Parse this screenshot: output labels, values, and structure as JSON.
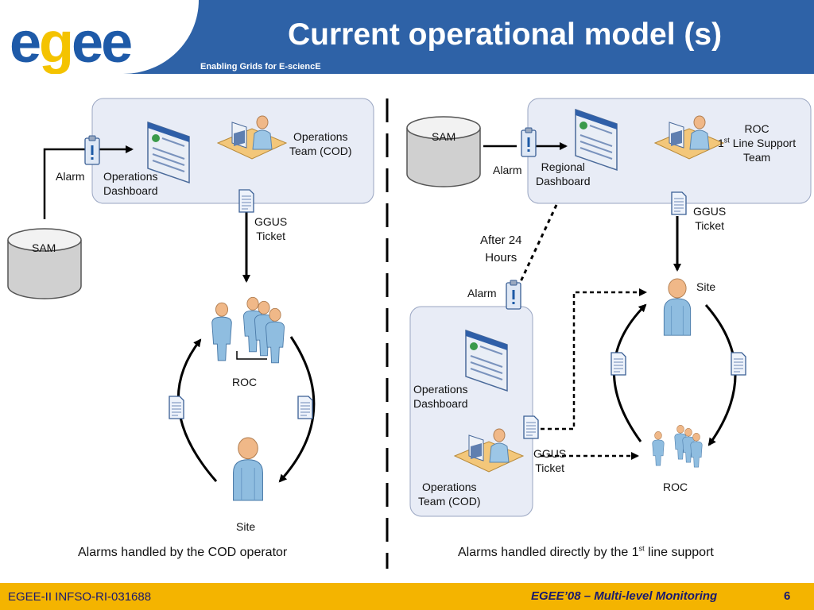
{
  "header": {
    "logo_text": "egee",
    "tagline": "Enabling Grids for E-sciencE",
    "title": "Current operational model (s)"
  },
  "left": {
    "sam": "SAM",
    "alarm": "Alarm",
    "ops_dashboard": [
      "Operations",
      "Dashboard"
    ],
    "ops_team": [
      "Operations",
      "Team (COD)"
    ],
    "ggus": [
      "GGUS",
      "Ticket"
    ],
    "roc": "ROC",
    "site": "Site",
    "caption": "Alarms handled by the COD operator"
  },
  "right": {
    "sam": "SAM",
    "alarm": "Alarm",
    "regional_dashboard": [
      "Regional",
      "Dashboard"
    ],
    "roc_team": {
      "line1": "ROC",
      "ord_num": "1",
      "ord_sup": "st",
      "line2_rest": " Line Support",
      "line3": "Team"
    },
    "ggus": [
      "GGUS",
      "Ticket"
    ],
    "after": [
      "After 24",
      "Hours"
    ],
    "alarm2": "Alarm",
    "ops_dashboard": [
      "Operations",
      "Dashboard"
    ],
    "ggus2": [
      "GGUS",
      "Ticket"
    ],
    "ops_team": [
      "Operations",
      "Team (COD)"
    ],
    "site": "Site",
    "roc": "ROC",
    "caption_pre": "Alarms handled directly by the 1",
    "caption_sup": "st",
    "caption_post": " line support"
  },
  "footer": {
    "left": "EGEE-II INFSO-RI-031688",
    "right": "EGEE’08 – Multi-level Monitoring",
    "page": "6"
  },
  "colors": {
    "header_blue": "#2e62a7",
    "footer_gold": "#f4b400",
    "logo_blue": "#1e5aa8",
    "logo_yellow": "#f4c300",
    "panel_fill": "#e8ecf6"
  }
}
